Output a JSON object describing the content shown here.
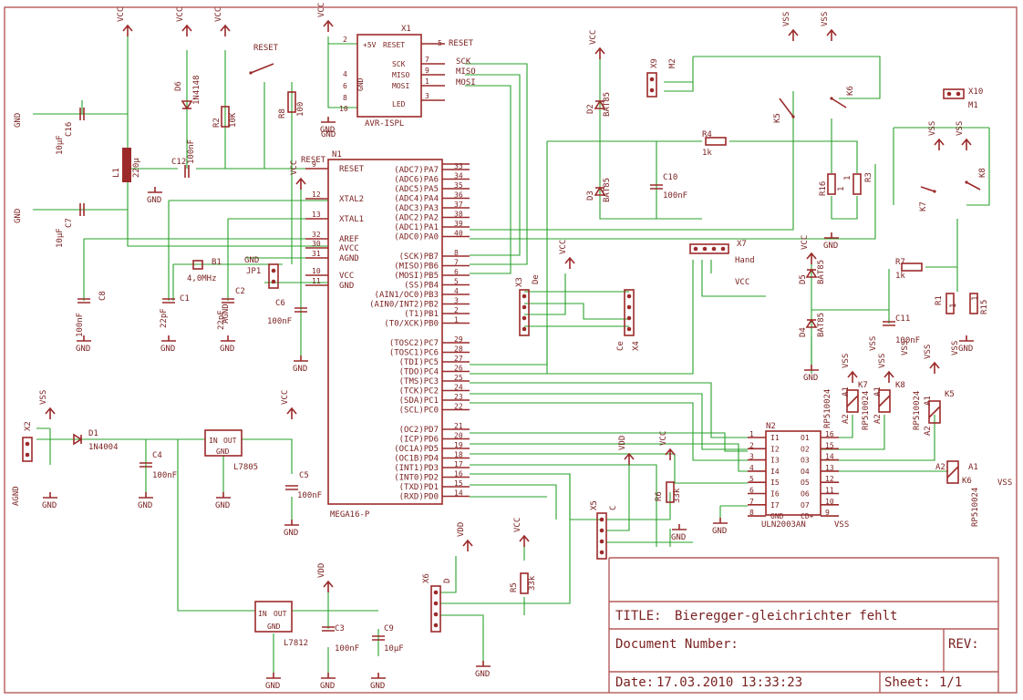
{
  "title_block": {
    "title_label": "TITLE:",
    "title": "Bieregger-gleichrichter fehlt",
    "doc_label": "Document Number:",
    "rev_label": "REV:",
    "date_label": "Date:",
    "date": "17.03.2010 13:33:23",
    "sheet_label": "Sheet:",
    "sheet": "1/1"
  },
  "mcu": {
    "name": "N1",
    "part": "MEGA16-P",
    "left_pins": [
      {
        "num": "9",
        "name": "RESET"
      },
      {
        "num": "12",
        "name": "XTAL2"
      },
      {
        "num": "13",
        "name": "XTAL1"
      },
      {
        "num": "32",
        "name": "AREF"
      },
      {
        "num": "30",
        "name": "AVCC"
      },
      {
        "num": "31",
        "name": "AGND"
      },
      {
        "num": "10",
        "name": "VCC"
      },
      {
        "num": "11",
        "name": "GND"
      }
    ],
    "right_pins": [
      {
        "num": "33",
        "name": "(ADC7)PA7"
      },
      {
        "num": "34",
        "name": "(ADC6)PA6"
      },
      {
        "num": "35",
        "name": "(ADC5)PA5"
      },
      {
        "num": "36",
        "name": "(ADC4)PA4"
      },
      {
        "num": "37",
        "name": "(ADC3)PA3"
      },
      {
        "num": "38",
        "name": "(ADC2)PA2"
      },
      {
        "num": "39",
        "name": "(ADC1)PA1"
      },
      {
        "num": "40",
        "name": "(ADC0)PA0"
      },
      {
        "num": "8",
        "name": "(SCK)PB7"
      },
      {
        "num": "7",
        "name": "(MISO)PB6"
      },
      {
        "num": "6",
        "name": "(MOSI)PB5"
      },
      {
        "num": "5",
        "name": "(SS)PB4"
      },
      {
        "num": "4",
        "name": "(AIN1/OC0)PB3"
      },
      {
        "num": "3",
        "name": "(AIN0/INT2)PB2"
      },
      {
        "num": "2",
        "name": "(T1)PB1"
      },
      {
        "num": "1",
        "name": "(T0/XCK)PB0"
      },
      {
        "num": "29",
        "name": "(TOSC2)PC7"
      },
      {
        "num": "28",
        "name": "(TOSC1)PC6"
      },
      {
        "num": "27",
        "name": "(TDI)PC5"
      },
      {
        "num": "26",
        "name": "(TDO)PC4"
      },
      {
        "num": "25",
        "name": "(TMS)PC3"
      },
      {
        "num": "24",
        "name": "(TCK)PC2"
      },
      {
        "num": "23",
        "name": "(SDA)PC1"
      },
      {
        "num": "22",
        "name": "(SCL)PC0"
      },
      {
        "num": "21",
        "name": "(OC2)PD7"
      },
      {
        "num": "20",
        "name": "(ICP)PD6"
      },
      {
        "num": "19",
        "name": "(OC1A)PD5"
      },
      {
        "num": "18",
        "name": "(OC1B)PD4"
      },
      {
        "num": "17",
        "name": "(INT1)PD3"
      },
      {
        "num": "16",
        "name": "(INT0)PD2"
      },
      {
        "num": "15",
        "name": "(TXD)PD1"
      },
      {
        "num": "14",
        "name": "(RXD)PD0"
      }
    ]
  },
  "isp": {
    "name": "X1",
    "part": "AVR-ISPL",
    "pins": [
      "+5V",
      "RESET",
      "SCK",
      "MISO",
      "MOSI",
      "GND",
      "LED"
    ],
    "nets": [
      "RESET",
      "SCK",
      "MISO",
      "MOSI"
    ]
  },
  "driver": {
    "name": "N2",
    "part": "ULN2003AN",
    "inputs": [
      "I1",
      "I2",
      "I3",
      "I4",
      "I5",
      "I6",
      "I7",
      "GND"
    ],
    "outputs": [
      "O1",
      "O2",
      "O3",
      "O4",
      "O5",
      "O6",
      "O7",
      "CD+"
    ],
    "left_nums": [
      "1",
      "2",
      "3",
      "4",
      "5",
      "6",
      "7",
      "8"
    ],
    "right_nums": [
      "16",
      "15",
      "14",
      "13",
      "12",
      "11",
      "10",
      "9"
    ]
  },
  "regulators": [
    {
      "name": "L7805",
      "in": "IN",
      "out": "OUT",
      "gnd": "GND"
    },
    {
      "name": "L7812",
      "in": "IN",
      "out": "OUT",
      "gnd": "GND"
    }
  ],
  "labels": {
    "vcc": "VCC",
    "gnd": "GND",
    "vss": "VSS",
    "vdd": "VDD",
    "agnd": "AGND",
    "reset": "RESET",
    "hand": "Hand",
    "c16": "C16",
    "c16v": "10µF",
    "c7": "C7",
    "c7v": "10µF",
    "l1": "L1",
    "l1v": "220µ",
    "c12": "C12",
    "c12v": "100nF",
    "d6": "D6",
    "d6v": "1N4148",
    "r2": "R2",
    "r2v": "10K",
    "r8": "R8",
    "r8v": "100",
    "c8": "C8",
    "c8v": "100nF",
    "c1": "C1",
    "c1v": "22pF",
    "c2": "C2",
    "c2v": "22pF",
    "b1": "B1",
    "b1v": "4,0MHz",
    "c6": "C6",
    "c6v": "100nF",
    "jp1": "JP1",
    "x2": "X2",
    "d1": "D1",
    "d1v": "1N4004",
    "c4": "C4",
    "c4v": "100nF",
    "c5": "C5",
    "c5v": "100nF",
    "c3": "C3",
    "c3v": "100nF",
    "c9": "C9",
    "c9v": "10µF",
    "d2": "D2",
    "d2v": "BAT85",
    "d3": "D3",
    "d3v": "BAT85",
    "c10": "C10",
    "c10v": "100nF",
    "r4": "R4",
    "r4v": "1k",
    "x9": "X9",
    "m2": "M2",
    "k5": "K5",
    "k6": "K6",
    "r16": "R16",
    "r16v": "1",
    "r3": "R3",
    "r3v": "1",
    "x10": "X10",
    "m1": "M1",
    "k7": "K7",
    "k8": "K8",
    "r7": "R7",
    "r7v": "1k",
    "r1": "R1",
    "r1v": "1",
    "r15": "R15",
    "r15v": "1",
    "d5": "D5",
    "d5v": "BAT85",
    "d4": "D4",
    "d4v": "BAT85",
    "c11": "C11",
    "c11v": "100nF",
    "x7": "X7",
    "x3": "X3",
    "x3l": "De",
    "x4": "X4",
    "x4l": "Ce",
    "x5": "X5",
    "x5l": "C",
    "x6": "X6",
    "x6l": "D",
    "r6": "R6",
    "r6v": "33k",
    "r5": "R5",
    "r5v": "33k",
    "k7r": "K7",
    "k8r": "K8",
    "k5r": "K5",
    "k6r": "K6",
    "rp": "RP510024",
    "a1": "A1",
    "a2": "A2"
  }
}
